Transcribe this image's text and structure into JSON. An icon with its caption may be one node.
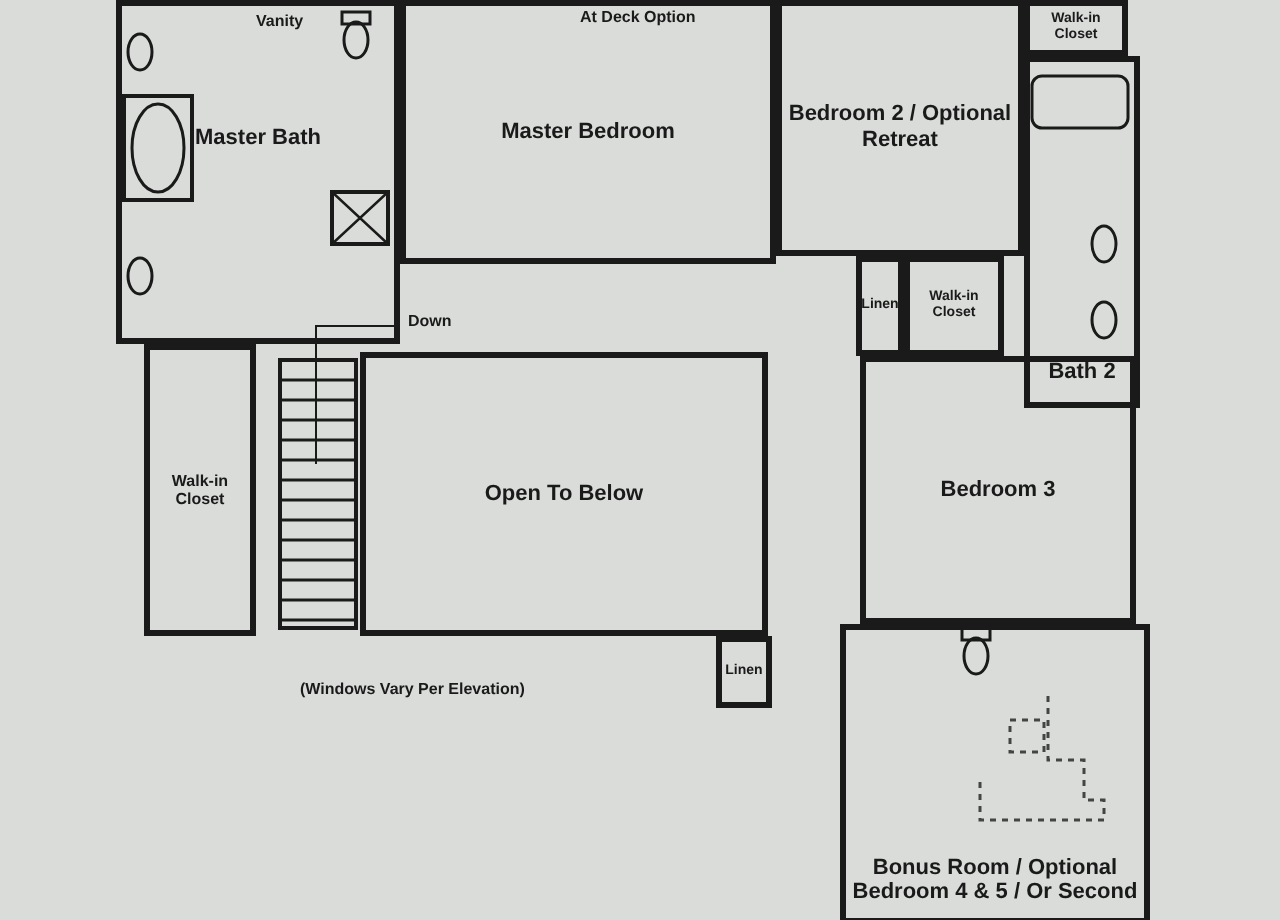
{
  "diagram": {
    "nodes": [
      {
        "text": [
          "Master Bath"
        ]
      },
      {
        "text": [
          "Master Bedroom"
        ]
      },
      {
        "text": [
          "Bedroom 2 / Optional Retreat"
        ]
      },
      {
        "text": [
          "Walk-in Closet"
        ]
      },
      {
        "text": [
          "Bath 2"
        ]
      },
      {
        "text": [
          "Linen"
        ]
      },
      {
        "text": [
          "Walk-in Closet"
        ]
      },
      {
        "text": [
          "Walk-in Closet"
        ]
      },
      {
        "text": [
          "Open To Below"
        ]
      },
      {
        "text": [
          "Bedroom 3"
        ]
      },
      {
        "text": [
          "Linen"
        ]
      },
      {
        "text": [
          "Bonus Room / Optional Bedroom 4 & 5 / Or Second"
        ]
      }
    ],
    "labels": [
      "Vanity",
      "At Deck Option",
      "Down",
      "(Windows Vary Per Elevation)"
    ]
  }
}
